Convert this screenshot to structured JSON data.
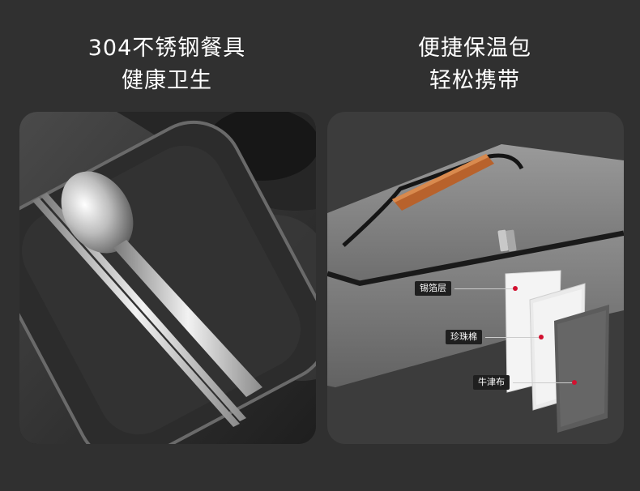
{
  "left": {
    "heading_line1": "304不锈钢餐具",
    "heading_line2": "健康卫生"
  },
  "right": {
    "heading_line1": "便捷保温包",
    "heading_line2": "轻松携带",
    "layers": [
      {
        "label": "锡箔层"
      },
      {
        "label": "珍珠棉"
      },
      {
        "label": "牛津布"
      }
    ]
  },
  "colors": {
    "background": "#303030",
    "heading_text": "#ffffff",
    "bag_fabric": "#7d7d7d",
    "handle": "#b8622c",
    "marker_dot": "#d2102f"
  }
}
